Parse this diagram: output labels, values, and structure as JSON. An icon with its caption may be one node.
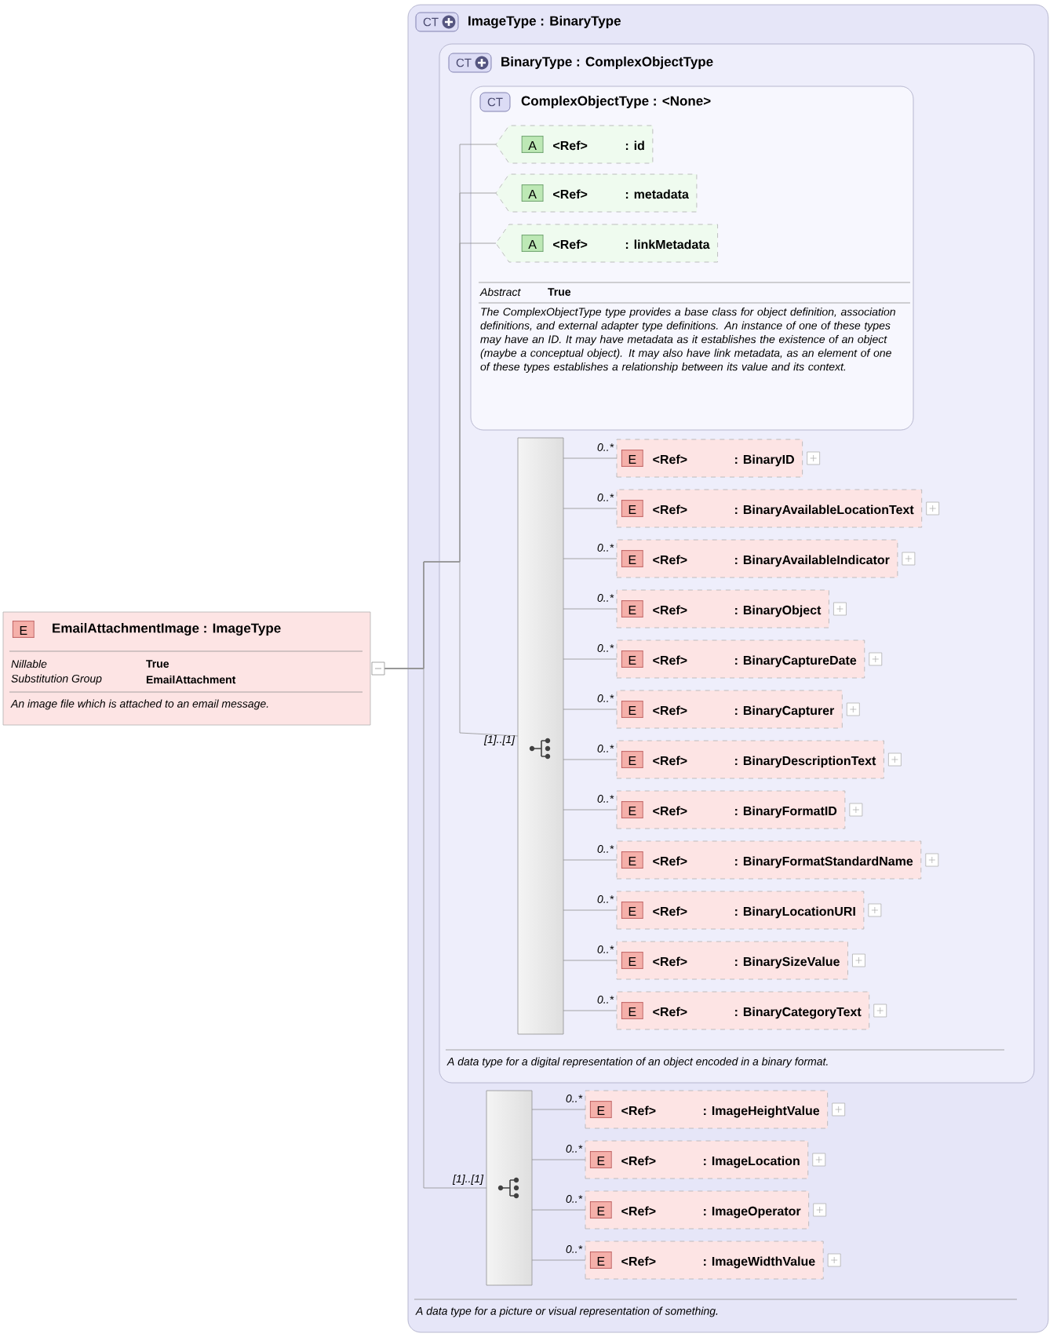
{
  "diagram": {
    "nodes": [
      {
        "text": [
          "E",
          "EmailAttachmentImage : ImageType",
          "Nillable",
          "True",
          "Substitution Group",
          "EmailAttachment",
          "An image file which is attached to an email message."
        ]
      },
      {
        "text": [
          "CT",
          "ImageType : BinaryType",
          "A data type for a picture or visual representation of something."
        ]
      },
      {
        "text": [
          "CT",
          "BinaryType : ComplexObjectType",
          "A data type for a digital representation of an object encoded in a binary format."
        ],
        "in": 1
      },
      {
        "text": [
          "CT",
          "ComplexObjectType : <None>",
          "Abstract",
          "True",
          "The ComplexObjectType type provides a base class for object definition, association definitions, and external adapter type definitions. An instance of one of these types may have an ID. It may have metadata as it establishes the existence of an object (maybe a conceptual object). It may also have link metadata, as an element of one of these types establishes a relationship between its value and its context."
        ],
        "in": 2
      },
      {
        "text": [
          "A",
          "<Ref>",
          ": id"
        ],
        "in": 3
      },
      {
        "text": [
          "A",
          "<Ref>",
          ": metadata"
        ],
        "in": 3
      },
      {
        "text": [
          "A",
          "<Ref>",
          ": linkMetadata"
        ],
        "in": 3
      },
      {
        "text": [],
        "shape": "bar",
        "beside": [
          "[1]..[1]"
        ],
        "in": 2
      },
      {
        "text": [
          "E",
          "<Ref>",
          ": BinaryID"
        ],
        "beside": [
          "0..*"
        ],
        "in": 2
      },
      {
        "text": [
          "E",
          "<Ref>",
          ": BinaryAvailableLocationText"
        ],
        "beside": [
          "0..*"
        ],
        "in": 2
      },
      {
        "text": [
          "E",
          "<Ref>",
          ": BinaryAvailableIndicator"
        ],
        "beside": [
          "0..*"
        ],
        "in": 2
      },
      {
        "text": [
          "E",
          "<Ref>",
          ": BinaryObject"
        ],
        "beside": [
          "0..*"
        ],
        "in": 2
      },
      {
        "text": [
          "E",
          "<Ref>",
          ": BinaryCaptureDate"
        ],
        "beside": [
          "0..*"
        ],
        "in": 2
      },
      {
        "text": [
          "E",
          "<Ref>",
          ": BinaryCapturer"
        ],
        "beside": [
          "0..*"
        ],
        "in": 2
      },
      {
        "text": [
          "E",
          "<Ref>",
          ": BinaryDescriptionText"
        ],
        "beside": [
          "0..*"
        ],
        "in": 2
      },
      {
        "text": [
          "E",
          "<Ref>",
          ": BinaryFormatID"
        ],
        "beside": [
          "0..*"
        ],
        "in": 2
      },
      {
        "text": [
          "E",
          "<Ref>",
          ": BinaryFormatStandardName"
        ],
        "beside": [
          "0..*"
        ],
        "in": 2
      },
      {
        "text": [
          "E",
          "<Ref>",
          ": BinaryLocationURI"
        ],
        "beside": [
          "0..*"
        ],
        "in": 2
      },
      {
        "text": [
          "E",
          "<Ref>",
          ": BinarySizeValue"
        ],
        "beside": [
          "0..*"
        ],
        "in": 2
      },
      {
        "text": [
          "E",
          "<Ref>",
          ": BinaryCategoryText"
        ],
        "beside": [
          "0..*"
        ],
        "in": 2
      },
      {
        "text": [],
        "shape": "bar",
        "beside": [
          "[1]..[1]"
        ],
        "in": 1
      },
      {
        "text": [
          "E",
          "<Ref>",
          ": ImageHeightValue"
        ],
        "beside": [
          "0..*"
        ],
        "in": 1
      },
      {
        "text": [
          "E",
          "<Ref>",
          ": ImageLocation"
        ],
        "beside": [
          "0..*"
        ],
        "in": 1
      },
      {
        "text": [
          "E",
          "<Ref>",
          ": ImageOperator"
        ],
        "beside": [
          "0..*"
        ],
        "in": 1
      },
      {
        "text": [
          "E",
          "<Ref>",
          ": ImageWidthValue"
        ],
        "beside": [
          "0..*"
        ],
        "in": 1
      }
    ],
    "edges": [
      {
        "from": 0,
        "to": 4,
        "arrow": "none"
      },
      {
        "from": 0,
        "to": 5,
        "arrow": "none"
      },
      {
        "from": 0,
        "to": 6,
        "arrow": "none"
      },
      {
        "from": 0,
        "to": 7,
        "arrow": "none"
      },
      {
        "from": 0,
        "to": 20,
        "arrow": "none"
      },
      {
        "from": 7,
        "to": 8,
        "arrow": "none"
      },
      {
        "from": 7,
        "to": 9,
        "arrow": "none"
      },
      {
        "from": 7,
        "to": 10,
        "arrow": "none"
      },
      {
        "from": 7,
        "to": 11,
        "arrow": "none"
      },
      {
        "from": 7,
        "to": 12,
        "arrow": "none"
      },
      {
        "from": 7,
        "to": 13,
        "arrow": "none"
      },
      {
        "from": 7,
        "to": 14,
        "arrow": "none"
      },
      {
        "from": 7,
        "to": 15,
        "arrow": "none"
      },
      {
        "from": 7,
        "to": 16,
        "arrow": "none"
      },
      {
        "from": 7,
        "to": 17,
        "arrow": "none"
      },
      {
        "from": 7,
        "to": 18,
        "arrow": "none"
      },
      {
        "from": 7,
        "to": 19,
        "arrow": "none"
      },
      {
        "from": 20,
        "to": 21,
        "arrow": "none"
      },
      {
        "from": 20,
        "to": 22,
        "arrow": "none"
      },
      {
        "from": 20,
        "to": 23,
        "arrow": "none"
      },
      {
        "from": 20,
        "to": 24,
        "arrow": "none"
      }
    ]
  }
}
